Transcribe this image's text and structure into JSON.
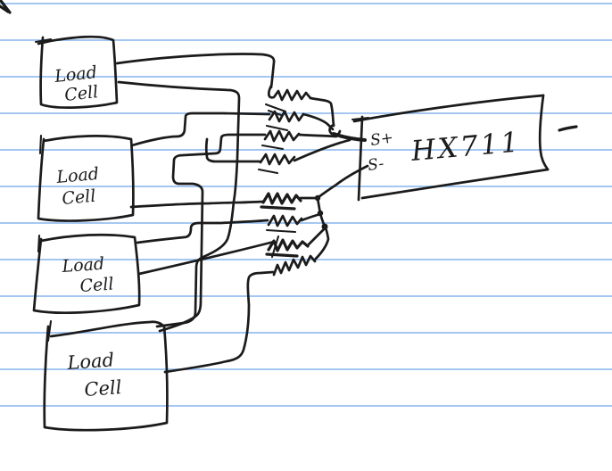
{
  "colors": {
    "paper": "#ffffff",
    "rule_line": "#a4c7f2",
    "ink": "#1b1b1b"
  },
  "diagram": {
    "load_cells": [
      {
        "line1": "Load",
        "line2": "Cell"
      },
      {
        "line1": "Load",
        "line2": "Cell"
      },
      {
        "line1": "Load",
        "line2": "Cell"
      },
      {
        "line1": "Load",
        "line2": "Cell"
      }
    ],
    "chip": {
      "label": "HX711",
      "pins": [
        "S+",
        "S-"
      ]
    }
  }
}
